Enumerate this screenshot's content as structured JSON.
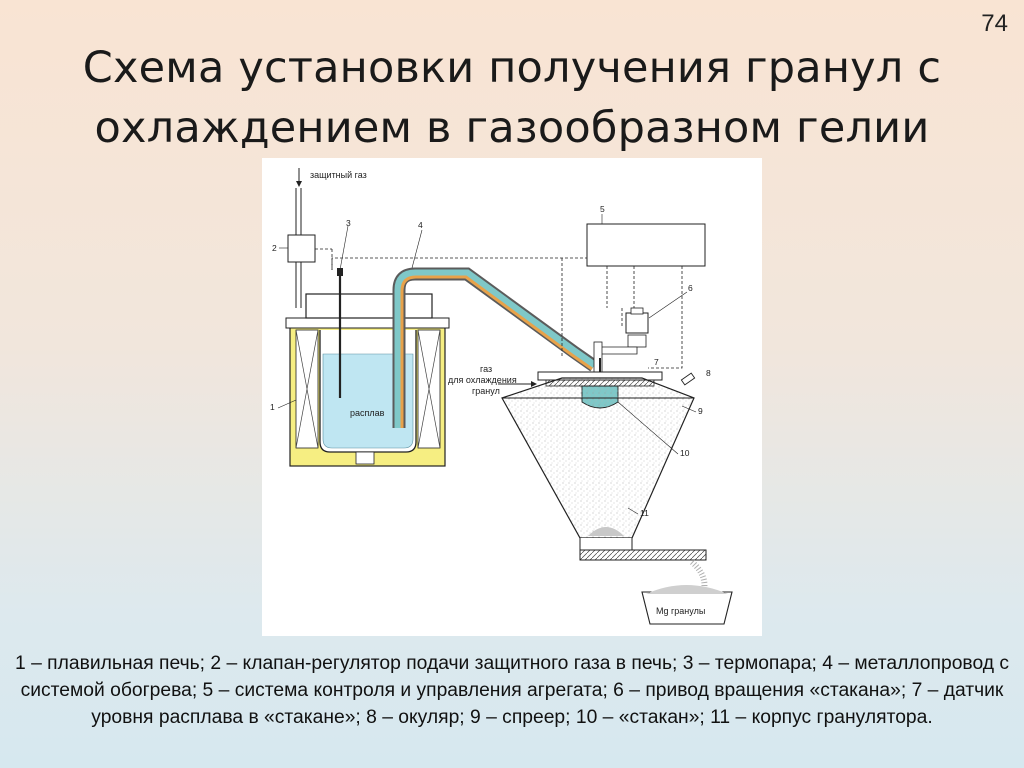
{
  "slide": {
    "number": "74",
    "title": "Схема установки получения гранул с охлаждением в газообразном гелии"
  },
  "diagram": {
    "labels": {
      "protective_gas": "защитный газ",
      "melt": "расплав",
      "cooling_gas_1": "газ",
      "cooling_gas_2": "для охлаждения",
      "cooling_gas_3": "гранул",
      "granules": "Mg гранулы"
    },
    "numbers": [
      "1",
      "2",
      "3",
      "4",
      "5",
      "6",
      "7",
      "8",
      "9",
      "10",
      "11"
    ]
  },
  "caption": {
    "text": "1 – плавильная печь; 2 – клапан-регулятор подачи защитного газа в печь; 3 – термопара; 4 – металлопровод с системой обогрева; 5 – система контроля и управления агрегата; 6 – привод вращения «стакана»; 7 – датчик уровня расплава в «стакане»; 8 – окуляр; 9 – спреер; 10 – «стакан»; 11 – корпус гранулятора."
  },
  "colors": {
    "furnace_yellow": "#f6ee82",
    "melt_blue": "#bfe6f2",
    "pipe_orange": "#e8a24a",
    "pipe_teal": "#7fc8c8"
  }
}
